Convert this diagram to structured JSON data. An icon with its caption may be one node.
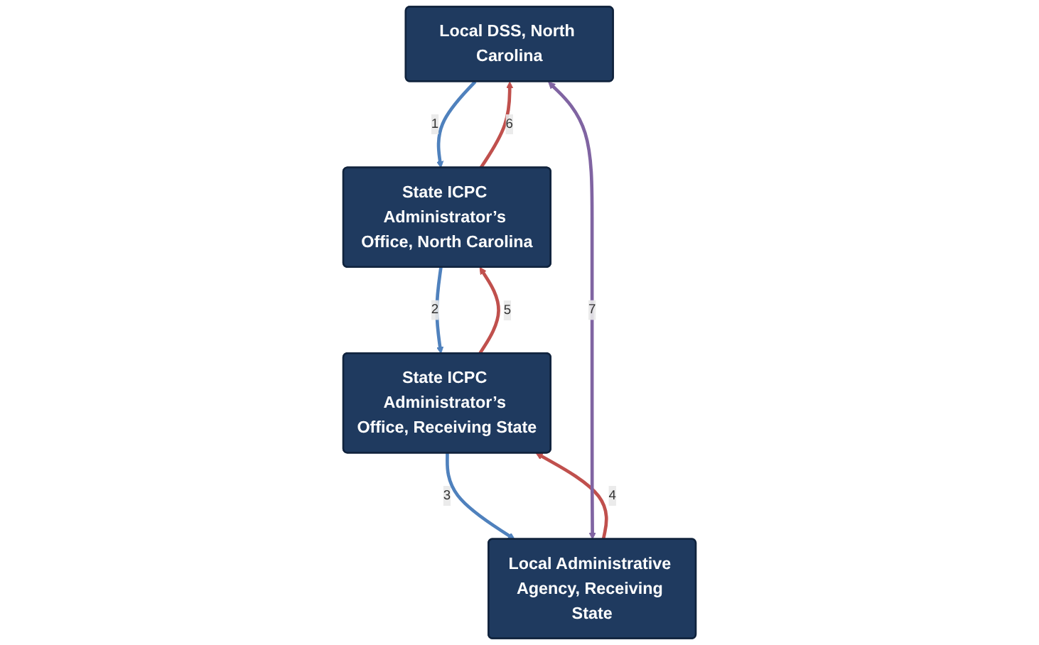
{
  "diagram": {
    "nodes": [
      {
        "text": [
          "Local DSS, North Carolina"
        ]
      },
      {
        "text": [
          "State ICPC Administrator’s Office, North Carolina"
        ]
      },
      {
        "text": [
          "Local Administrative Agency, Receiving State"
        ]
      },
      {
        "text": [
          "State ICPC Administrator’s Office, Receiving State"
        ]
      }
    ],
    "edges": [
      {
        "from": 0,
        "to": 1,
        "arrow": "to",
        "label": "1",
        "color": "#4f81bd"
      },
      {
        "from": 1,
        "to": 3,
        "arrow": "to",
        "label": "2",
        "color": "#4f81bd"
      },
      {
        "from": 3,
        "to": 2,
        "arrow": "to",
        "label": "3",
        "color": "#4f81bd"
      },
      {
        "from": 2,
        "to": 3,
        "arrow": "to",
        "label": "4",
        "color": "#c0504d"
      },
      {
        "from": 3,
        "to": 1,
        "arrow": "to",
        "label": "5",
        "color": "#c0504d"
      },
      {
        "from": 1,
        "to": 0,
        "arrow": "to",
        "label": "6",
        "color": "#c0504d"
      },
      {
        "from": 0,
        "to": 2,
        "arrow": "both",
        "label": "7",
        "color": "#8064a2"
      }
    ]
  }
}
